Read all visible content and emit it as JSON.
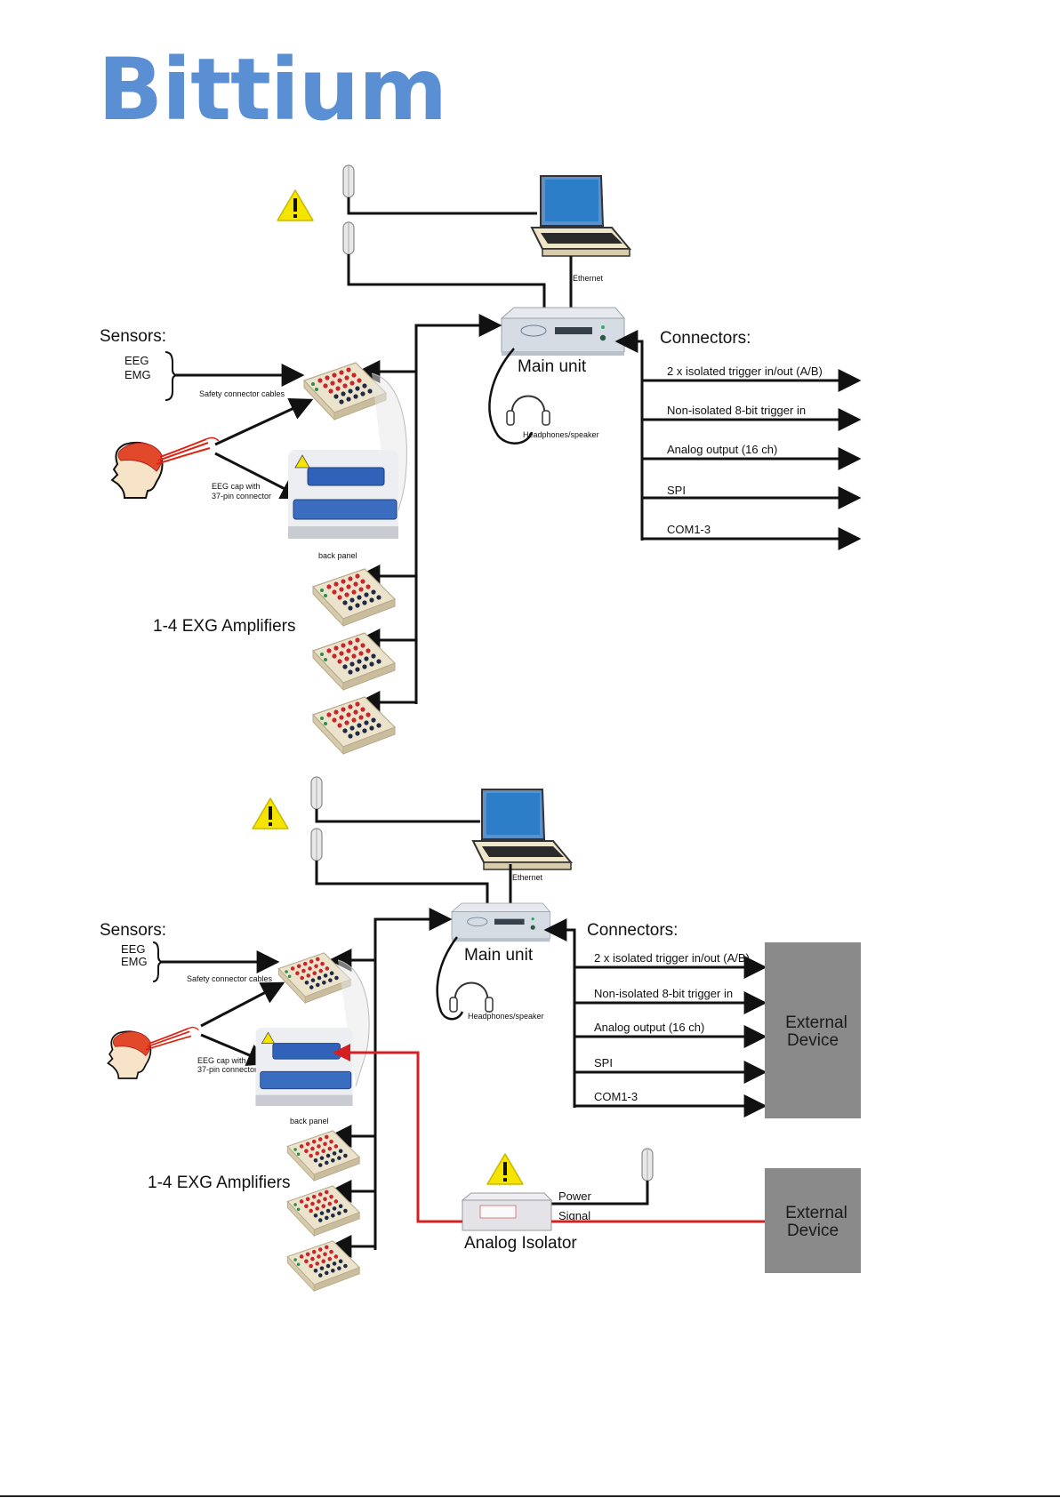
{
  "brand": {
    "logo_text": "Bittium",
    "color": "#5b8fd3"
  },
  "colors": {
    "line": "#111111",
    "signal_red": "#d42020",
    "external_device": "#8a8a8a",
    "warning_yellow": "#f5e400"
  },
  "icons": [
    "warning-icon",
    "power-plug-icon",
    "laptop-icon",
    "main-unit-icon",
    "headphones-icon",
    "amplifier-icon",
    "eeg-cap-head-icon",
    "back-panel-icon",
    "analog-isolator-icon"
  ],
  "top": {
    "ethernet": "Ethernet",
    "main_unit": "Main unit",
    "headphones": "Headphones/speaker",
    "sensors": "Sensors:",
    "eeg": "EEG",
    "emg": "EMG",
    "safety_cables": "Safety connector cables",
    "eeg_cap_1": "EEG cap with",
    "eeg_cap_2": "37-pin connector",
    "back_panel": "back panel",
    "amplifiers": "1-4 EXG Amplifiers",
    "connectors": "Connectors:",
    "connector_list": [
      "2 x isolated trigger in/out (A/B)",
      "Non-isolated 8-bit trigger in",
      "Analog output (16 ch)",
      "SPI",
      "COM1-3"
    ]
  },
  "bottom": {
    "ethernet": "Ethernet",
    "main_unit": "Main unit",
    "headphones": "Headphones/speaker",
    "sensors": "Sensors:",
    "eeg": "EEG",
    "emg": "EMG",
    "safety_cables": "Safety connector cables",
    "eeg_cap_1": "EEG cap with",
    "eeg_cap_2": "37-pin connector",
    "back_panel": "back panel",
    "amplifiers": "1-4 EXG Amplifiers",
    "connectors": "Connectors:",
    "connector_list": [
      "2 x isolated trigger in/out (A/B)",
      "Non-isolated 8-bit trigger in",
      "Analog output (16 ch)",
      "SPI",
      "COM1-3"
    ],
    "external_device_1_line1": "External",
    "external_device_1_line2": "Device",
    "external_device_2_line1": "External",
    "external_device_2_line2": "Device",
    "power": "Power",
    "signal": "Signal",
    "analog_isolator": "Analog Isolator"
  }
}
